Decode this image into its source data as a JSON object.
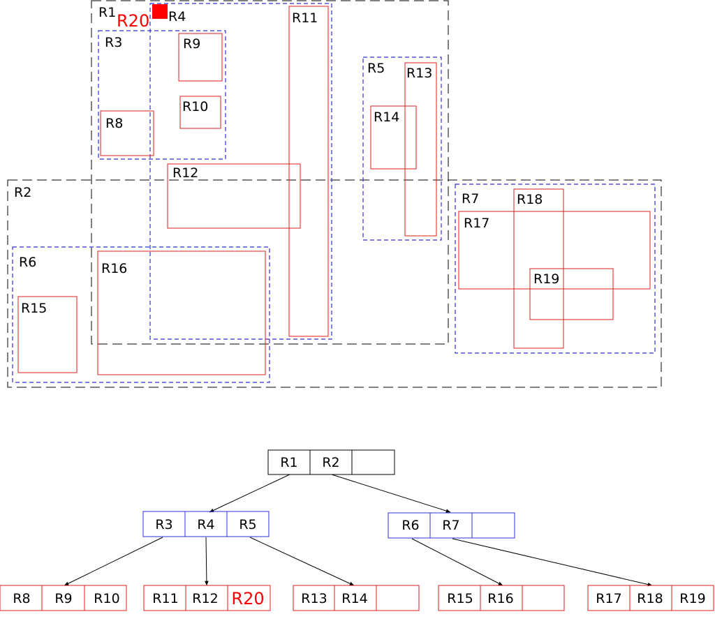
{
  "colors": {
    "black": "#000000",
    "blue": "#2f2fd6",
    "red": "#e11b1b",
    "red_fill": "#ff0000"
  },
  "spatial_labels": {
    "R1": "R1",
    "R2": "R2",
    "R3": "R3",
    "R4": "R4",
    "R5": "R5",
    "R6": "R6",
    "R7": "R7",
    "R8": "R8",
    "R9": "R9",
    "R10": "R10",
    "R11": "R11",
    "R12": "R12",
    "R13": "R13",
    "R14": "R14",
    "R15": "R15",
    "R16": "R16",
    "R17": "R17",
    "R18": "R18",
    "R19": "R19",
    "R20": "R20"
  },
  "tree": {
    "root": [
      "R1",
      "R2",
      ""
    ],
    "level1_left": [
      "R3",
      "R4",
      "R5"
    ],
    "level1_right": [
      "R6",
      "R7",
      ""
    ],
    "leaf1": [
      "R8",
      "R9",
      "R10"
    ],
    "leaf2": [
      "R11",
      "R12",
      "R20"
    ],
    "leaf3": [
      "R13",
      "R14",
      ""
    ],
    "leaf4": [
      "R15",
      "R16",
      ""
    ],
    "leaf5": [
      "R17",
      "R18",
      "R19"
    ]
  }
}
